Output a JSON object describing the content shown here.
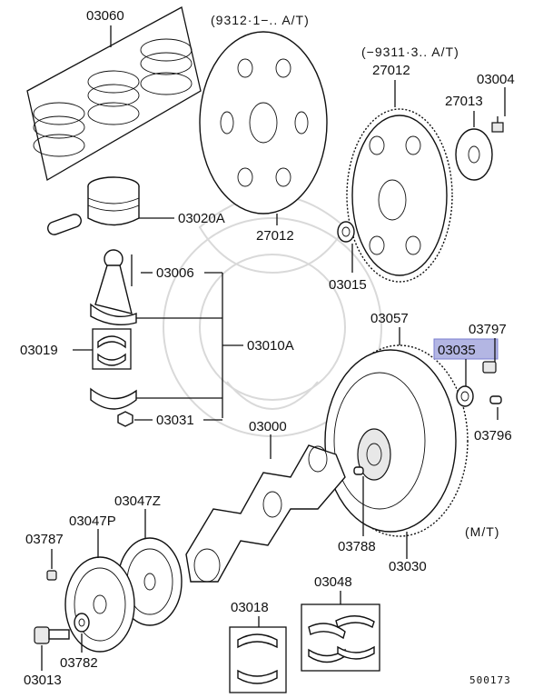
{
  "diagram": {
    "labels": {
      "p03060": "03060",
      "p03020a": "03020A",
      "p03006": "03006",
      "p03010a": "03010A",
      "p03019": "03019",
      "p03031": "03031",
      "p03000": "03000",
      "p03047z": "03047Z",
      "p03047p": "03047P",
      "p03787": "03787",
      "p03782": "03782",
      "p03013": "03013",
      "p03018": "03018",
      "p03048": "03048",
      "p03788": "03788",
      "p03030": "03030",
      "p03057": "03057",
      "p03797": "03797",
      "p03035": "03035",
      "p03796": "03796",
      "p27012_left": "27012",
      "p27012_right": "27012",
      "p27013": "27013",
      "p03004": "03004",
      "p03015": "03015"
    },
    "notes": {
      "at_left": "(9312·1−.. A/T)",
      "at_right": "(−9311·3.. A/T)",
      "mt": "(M/T)"
    },
    "reference_number": "500173",
    "highlighted_part": "03035",
    "colors": {
      "highlight": "#b3b6e3",
      "line": "#111111"
    }
  }
}
